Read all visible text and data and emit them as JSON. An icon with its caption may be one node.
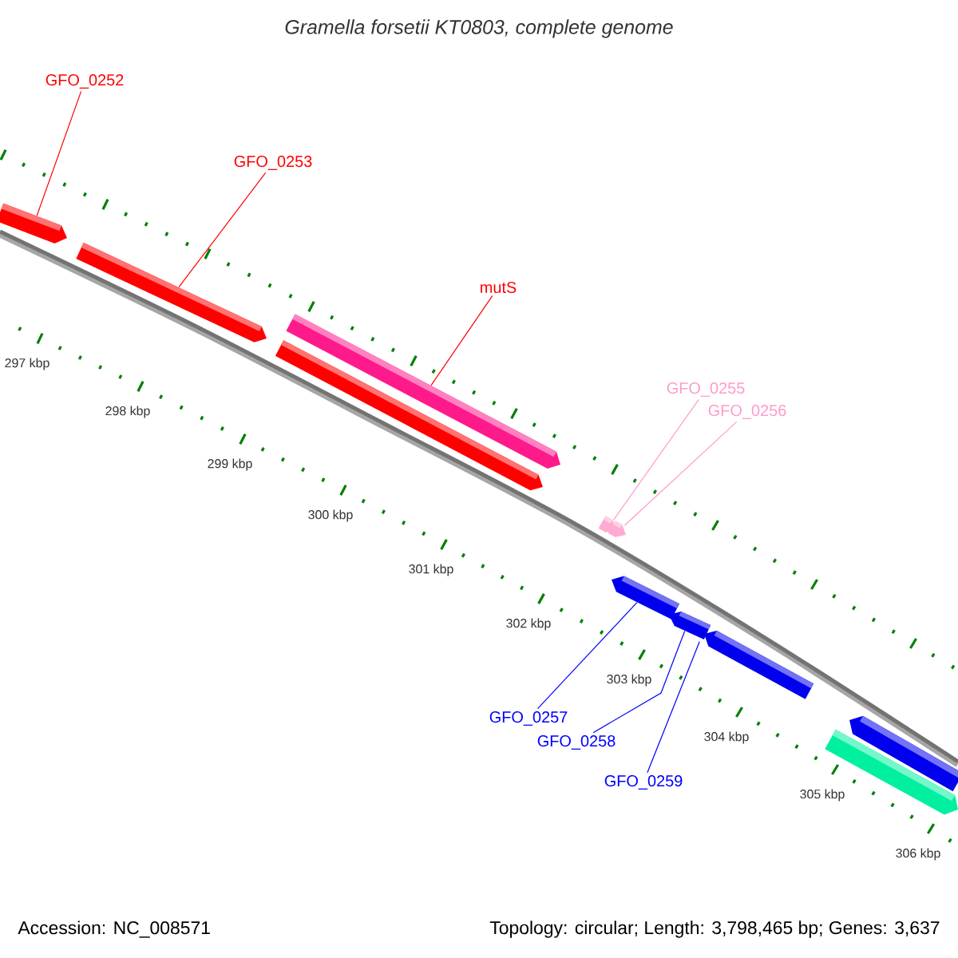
{
  "diagram": {
    "title": "Gramella forsetii KT0803, complete genome",
    "nodes": [
      {
        "text": [
          "GFO_0252"
        ]
      },
      {
        "text": [],
        "shape": "bar"
      },
      {
        "text": [
          "GFO_0253"
        ]
      },
      {
        "text": [],
        "shape": "bar"
      },
      {
        "text": [
          "mutS"
        ]
      },
      {
        "text": [],
        "shape": "bar"
      },
      {
        "text": [],
        "shape": "bar"
      },
      {
        "text": [
          "GFO_0255"
        ]
      },
      {
        "text": [
          "GFO_0256"
        ]
      },
      {
        "text": [],
        "shape": "bar"
      },
      {
        "text": [],
        "shape": "bar"
      },
      {
        "text": [],
        "shape": "bar"
      },
      {
        "text": [],
        "shape": "bar"
      },
      {
        "text": [],
        "shape": "bar"
      },
      {
        "text": [
          "GFO_0257"
        ]
      },
      {
        "text": [
          "GFO_0258"
        ]
      },
      {
        "text": [
          "GFO_0259"
        ]
      },
      {
        "text": [],
        "shape": "bar"
      },
      {
        "text": [],
        "shape": "bar"
      }
    ],
    "edges": [
      {
        "from": 0,
        "to": 1,
        "arrow": "none",
        "color": "#ff0000"
      },
      {
        "from": 2,
        "to": 3,
        "arrow": "none",
        "color": "#ff0000"
      },
      {
        "from": 4,
        "to": 5,
        "arrow": "none",
        "color": "#ff0000"
      },
      {
        "from": 7,
        "to": 9,
        "arrow": "none",
        "color": "#ff99cc"
      },
      {
        "from": 8,
        "to": 10,
        "arrow": "none",
        "color": "#ff99cc"
      },
      {
        "from": 14,
        "to": 11,
        "arrow": "none",
        "color": "#0000ff"
      },
      {
        "from": 15,
        "to": 12,
        "arrow": "none",
        "color": "#0000ff"
      },
      {
        "from": 16,
        "to": 13,
        "arrow": "none",
        "color": "#0000ff"
      }
    ],
    "labels": [
      "297 kbp",
      "298 kbp",
      "299 kbp",
      "300 kbp",
      "301 kbp",
      "302 kbp",
      "303 kbp",
      "304 kbp",
      "305 kbp",
      "306 kbp",
      "Accession: NC_008571",
      "Topology: circular; Length: 3,798,465 bp; Genes: 3,637"
    ]
  }
}
